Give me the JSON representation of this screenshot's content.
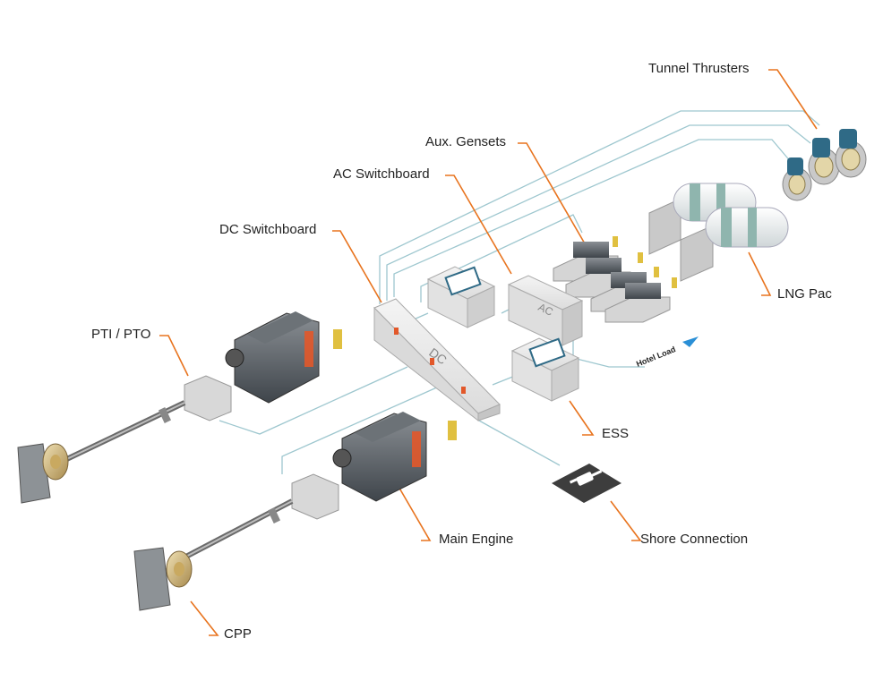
{
  "colors": {
    "leader": "#e8741f",
    "cable": "#9ec7cf",
    "module": "#d8d8d8",
    "accent_red": "#e2582a",
    "tank_teal": "#8fb5ae",
    "thruster_blue": "#2f6a86"
  },
  "labels": {
    "tunnel_thrusters": "Tunnel Thrusters",
    "aux_gensets": "Aux. Gensets",
    "ac_switchboard": "AC Switchboard",
    "dc_switchboard": "DC Switchboard",
    "lng_pac": "LNG Pac",
    "pti_pto": "PTI / PTO",
    "ess": "ESS",
    "main_engine": "Main Engine",
    "shore_connection": "Shore Connection",
    "cpp": "CPP"
  },
  "equipment_text": {
    "dc": "DC",
    "ac": "AC",
    "hotel_load": "Hotel Load"
  },
  "icons": {
    "shore": "plug-connection-icon",
    "battery": "battery-icon"
  }
}
